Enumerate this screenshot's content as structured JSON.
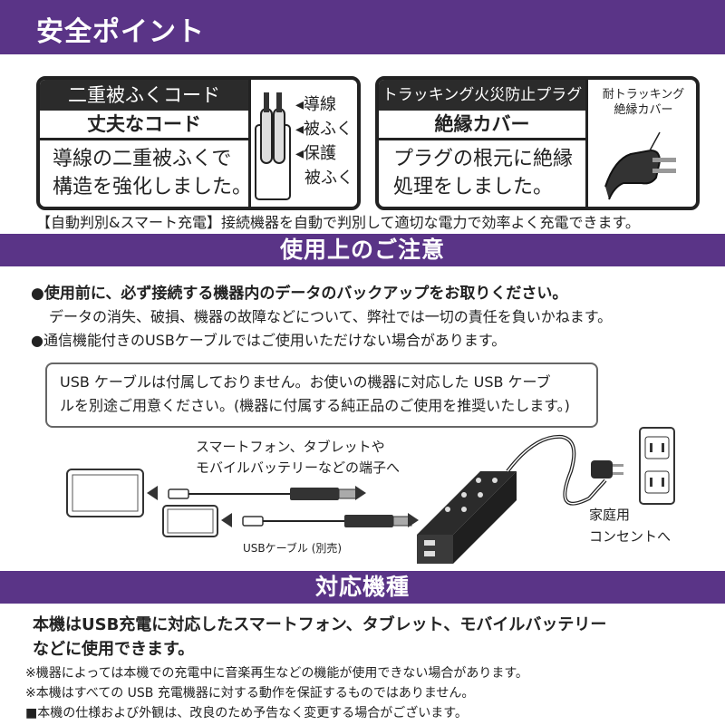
{
  "header": {
    "title": "安全ポイント"
  },
  "card1": {
    "head": "二重被ふくコード",
    "sub": "丈夫なコード",
    "body_line1": "導線の二重被ふくで",
    "body_line2": "構造を強化しました。",
    "label_wire": "導線",
    "label_cover": "被ふく",
    "label_protect1": "保護",
    "label_protect2": "被ふく"
  },
  "card2": {
    "head": "トラッキング火災防止プラグ",
    "sub": "絶縁カバー",
    "body_line1": "プラグの根元に絶縁",
    "body_line2": "処理をしました。",
    "label_cover1": "耐トラッキング",
    "label_cover2": "絶縁カバー"
  },
  "auto_detect": "【自動判別&スマート充電】接続機器を自動で判別して適切な電力で効率よく充電できます。",
  "caution": {
    "title": "使用上のご注意",
    "bullet1": "●使用前に、必ず接続する機器内のデータのバックアップをお取りください。",
    "bullet1_sub": "データの消失、破損、機器の故障などについて、弊社では一切の責任を負いかねます。",
    "bullet2": "●通信機能付きのUSBケーブルではご使用いただけない場合があります。",
    "box_line1": "USB ケーブルは付属しておりません。お使いの機器に対応した USB ケーブ",
    "box_line2": "ルを別途ご用意ください。(機器に付属する純正品のご使用を推奨いたします。)",
    "diagram_device1": "スマートフォン、タブレットや",
    "diagram_device2": "モバイルバッテリーなどの端子へ",
    "diagram_cable": "USBケーブル (別売)",
    "diagram_outlet1": "家庭用",
    "diagram_outlet2": "コンセントへ"
  },
  "models": {
    "title": "対応機種",
    "line1": "本機はUSB充電に対応したスマートフォン、タブレット、モバイルバッテリー",
    "line2": "などに使用できます。",
    "note1": "※機器によっては本機での充電中に音楽再生などの機能が使用できない場合があります。",
    "note2": "※本機はすべての USB 充電機器に対する動作を保証するものではありません。",
    "note3": "■本機の仕様および外観は、改良のため予告なく変更する場合がございます。"
  },
  "colors": {
    "band": "#5a3487",
    "dark": "#2b2b2b"
  }
}
